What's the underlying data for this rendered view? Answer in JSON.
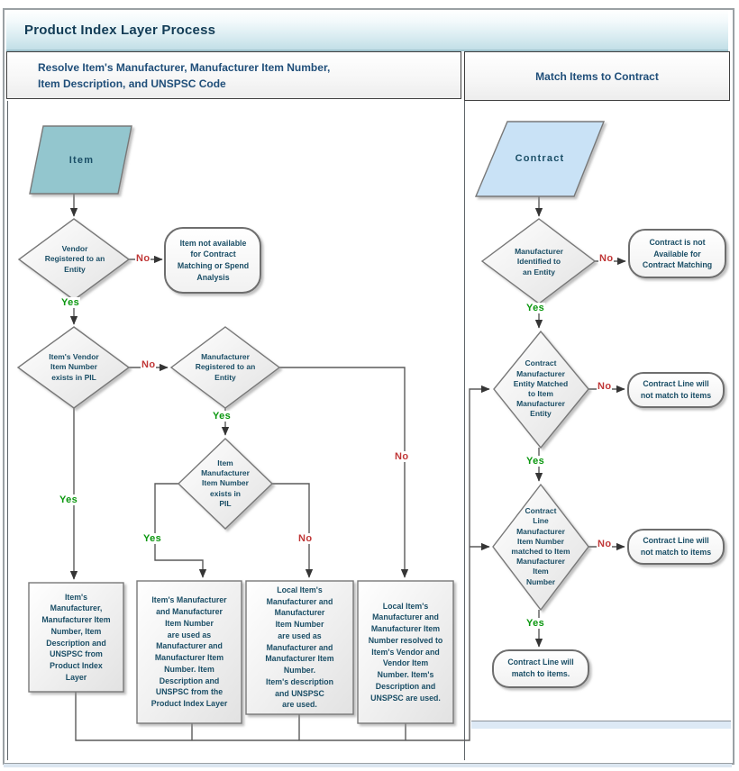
{
  "title": "Product Index Layer Process",
  "headers": {
    "left": "Resolve Item's Manufacturer, Manufacturer Item Number,\nItem Description, and UNSPSC Code",
    "right": "Match Items to Contract"
  },
  "edge_labels": {
    "yes": "Yes",
    "no": "No"
  },
  "left": {
    "item": "Item",
    "vendor_registered": "Vendor\nRegistered to an\nEntity",
    "not_available": "Item not available\nfor Contract\nMatching or Spend\nAnalysis",
    "vendor_item_exists": "Item's Vendor\nItem Number\nexists in PIL",
    "mfr_registered": "Manufacturer\nRegistered to an\nEntity",
    "mfr_item_exists": "Item\nManufacturer\nItem Number\nexists in\nPIL",
    "outcome_pil": "Item's\nManufacturer,\nManufacturer Item\nNumber, Item\nDescription and\nUNSPSC from\nProduct Index\nLayer",
    "outcome_mfr_used": "Item's Manufacturer\nand Manufacturer\nItem Number\nare used as\nManufacturer and\nManufacturer Item\nNumber. Item\nDescription and\nUNSPSC from the\nProduct Index Layer",
    "outcome_local_mfr": "Local Item's\nManufacturer and\nManufacturer\nItem Number\nare used as\nManufacturer and\nManufacturer Item\nNumber.\nItem's description\nand UNSPSC\nare used.",
    "outcome_local_resolved": "Local Item's\nManufacturer and\nManufacturer Item\nNumber resolved to\nItem's Vendor and\nVendor Item\nNumber. Item's\nDescription and\nUNSPSC are used."
  },
  "right": {
    "contract": "Contract",
    "mfr_identified": "Manufacturer\nIdentified to\nan Entity",
    "contract_not_available": "Contract is not\nAvailable for\nContract Matching",
    "entity_matched": "Contract\nManufacturer\nEntity Matched\nto Item\nManufacturer\nEntity",
    "line_no_match_entity": "Contract Line will\nnot match to items",
    "item_number_matched": "Contract\nLine\nManufacturer\nItem Number\nmatched to Item\nManufacturer\nItem\nNumber",
    "line_no_match_number": "Contract Line will\nnot match to items",
    "line_will_match": "Contract Line will\nmatch to items."
  },
  "colors": {
    "item_fill": "#93c6ce",
    "contract_fill": "#c9e2f6",
    "yes_green": "#0a970e",
    "no_red": "#c03737",
    "text_navy": "#1a4e66",
    "header_navy": "#1f4e79"
  }
}
